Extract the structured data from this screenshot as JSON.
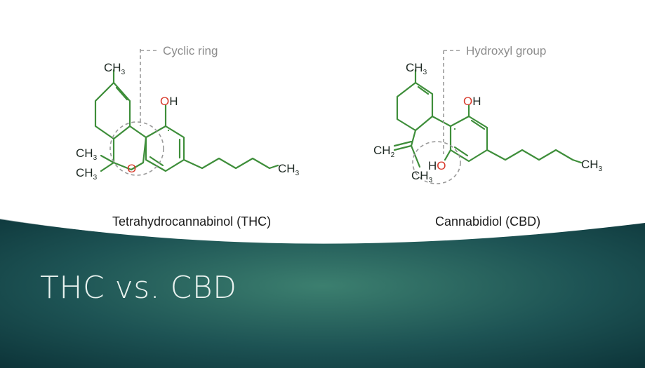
{
  "slide": {
    "title": "THC vs. CBD"
  },
  "thc": {
    "name": "Tetrahydrocannabinol (THC)",
    "callout": "Cyclic ring",
    "labels": {
      "ch3_top": "CH",
      "oh_o": "O",
      "oh_h": "H",
      "ring_o": "O",
      "ch3_a": "CH",
      "ch3_b": "CH",
      "ch3_tail": "CH",
      "sub3": "3"
    }
  },
  "cbd": {
    "name": "Cannabidiol (CBD)",
    "callout": "Hydroxyl group",
    "labels": {
      "ch3_top": "CH",
      "oh_o": "O",
      "oh_h": "H",
      "ch2": "CH",
      "sub2": "2",
      "ch3_iso": "CH",
      "ho_h": "H",
      "ho_o": "O",
      "ch3_tail": "CH",
      "sub3": "3"
    }
  },
  "colors": {
    "bond": "#3e8e3a",
    "oxygen": "#d8392b",
    "band_dark": "#0f3a3e",
    "band_light": "#3c7f6f"
  }
}
